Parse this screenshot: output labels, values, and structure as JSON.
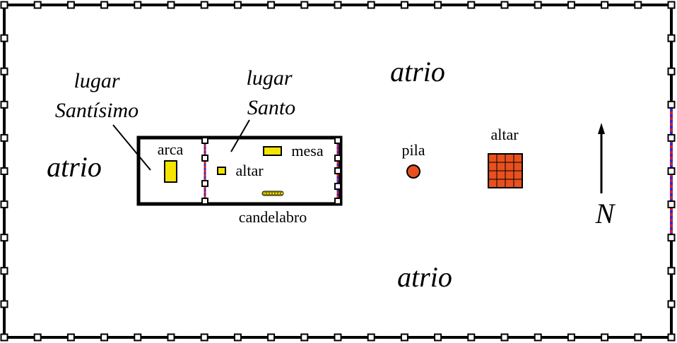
{
  "labels": {
    "atrio_west": "atrio",
    "atrio_north": "atrio",
    "atrio_south": "atrio",
    "lugar_santisimo_line1": "lugar",
    "lugar_santisimo_line2": "Santísimo",
    "lugar_santo_line1": "lugar",
    "lugar_santo_line2": "Santo",
    "arca": "arca",
    "mesa": "mesa",
    "altar_incienso": "altar",
    "candelabro": "candelabro",
    "pila": "pila",
    "altar_bronce": "altar",
    "north": "N"
  },
  "colors": {
    "gold": "#f5e400",
    "bronze": "#e8501e",
    "veil_blue": "#2a2adf",
    "veil_red": "#e21a1a",
    "wall": "#000000"
  }
}
